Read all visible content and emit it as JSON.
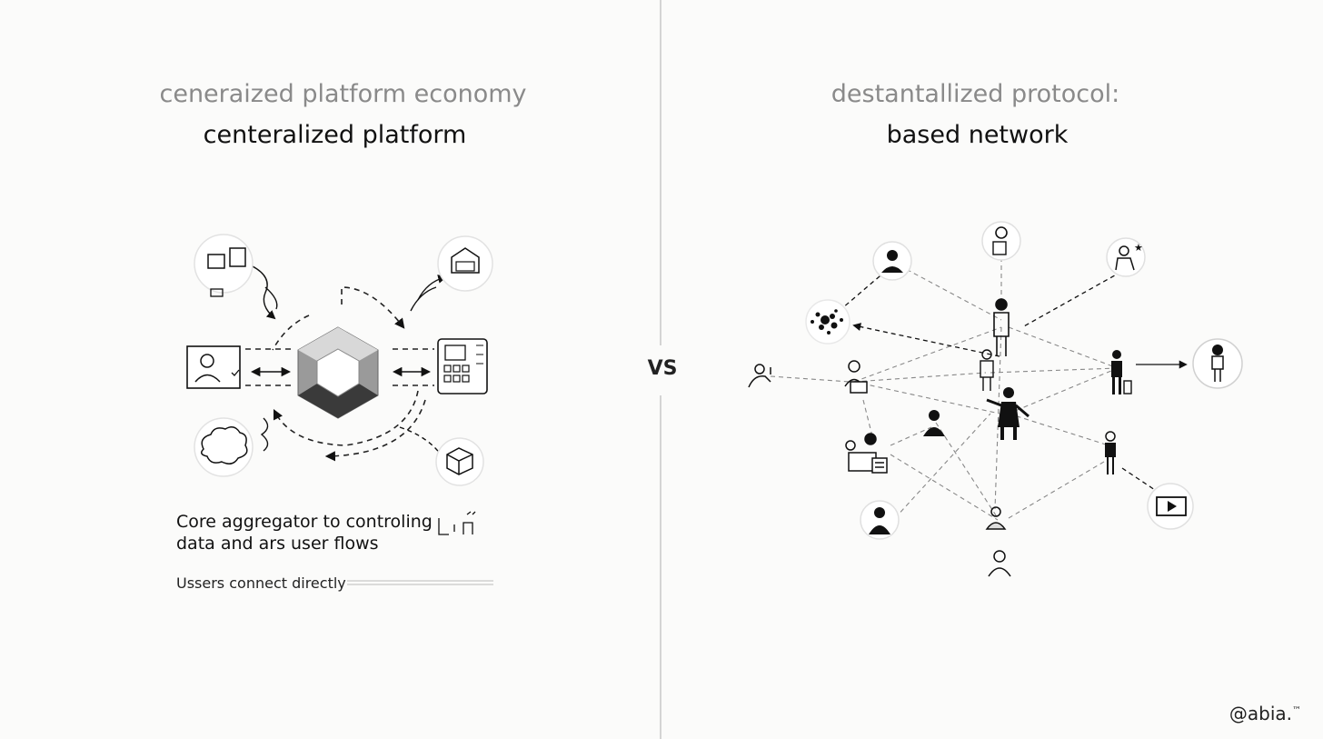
{
  "left": {
    "subtitle": "ceneraized platform economy",
    "title": "centeralized platform",
    "caption_line1": "Core aggregator to controling",
    "caption_line2": "data and ars user flows",
    "footer_text": "Ussers connect directly"
  },
  "right": {
    "subtitle": "destantallized protocol:",
    "title": "based network"
  },
  "vs_label": "VS",
  "handle": "@abia.",
  "handle_mark": "™",
  "colors": {
    "ink": "#111111",
    "muted": "#8a8a8a",
    "hex_light": "#cfcfcf",
    "hex_dark": "#3a3a3a"
  },
  "icons": {
    "left": [
      "chat-screen-icon",
      "house-chart-icon",
      "person-at-laptop-icon",
      "keypad-device-icon",
      "cloud-puzzle-icon",
      "package-box-icon",
      "central-hexagon-icon",
      "chart-glyph-icon"
    ],
    "right": [
      "person-icon",
      "person-with-document-icon",
      "person-star-icon",
      "particles-cluster-icon",
      "standing-person-icon",
      "person-waving-icon",
      "person-at-desk-icon",
      "businessman-icon",
      "person-with-luggage-icon",
      "person-circle-icon",
      "group-at-laptop-icon",
      "woman-icon",
      "play-button-icon"
    ]
  }
}
